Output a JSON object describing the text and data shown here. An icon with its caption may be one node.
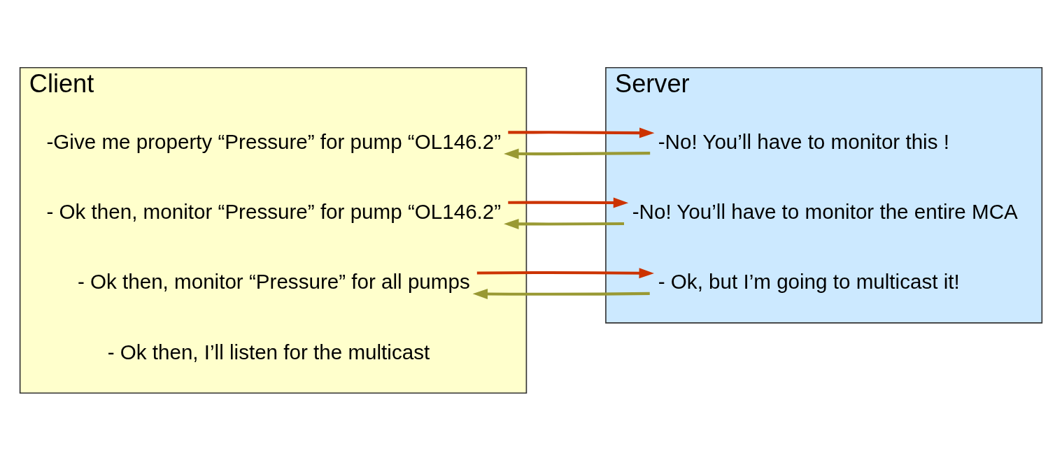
{
  "diagram": {
    "nodes": [
      {
        "text": [
          "Client"
        ]
      },
      {
        "text": [
          "-Give me property “Pressure” for pump “OL146.2”"
        ],
        "in": 0
      },
      {
        "text": [
          "- Ok then, monitor “Pressure” for pump “OL146.2”"
        ],
        "in": 0
      },
      {
        "text": [
          "- Ok then, monitor “Pressure” for all pumps"
        ],
        "in": 0
      },
      {
        "text": [
          "- Ok then, I’ll listen for the multicast"
        ],
        "in": 0
      },
      {
        "text": [
          "Server"
        ]
      },
      {
        "text": [
          "-No! You’ll have to monitor this !"
        ],
        "in": 5
      },
      {
        "text": [
          "-No! You’ll have to monitor the entire MCA"
        ],
        "in": 5
      },
      {
        "text": [
          "- Ok, but I’m going to multicast it!"
        ],
        "in": 5
      }
    ],
    "edges": [
      {
        "from": 1,
        "to": 6,
        "arrow": "to",
        "color": "#cc3300"
      },
      {
        "from": 6,
        "to": 1,
        "arrow": "to",
        "color": "#999933"
      },
      {
        "from": 2,
        "to": 7,
        "arrow": "to",
        "color": "#cc3300"
      },
      {
        "from": 7,
        "to": 2,
        "arrow": "to",
        "color": "#999933"
      },
      {
        "from": 3,
        "to": 8,
        "arrow": "to",
        "color": "#cc3300"
      },
      {
        "from": 8,
        "to": 3,
        "arrow": "to",
        "color": "#999933"
      }
    ]
  }
}
